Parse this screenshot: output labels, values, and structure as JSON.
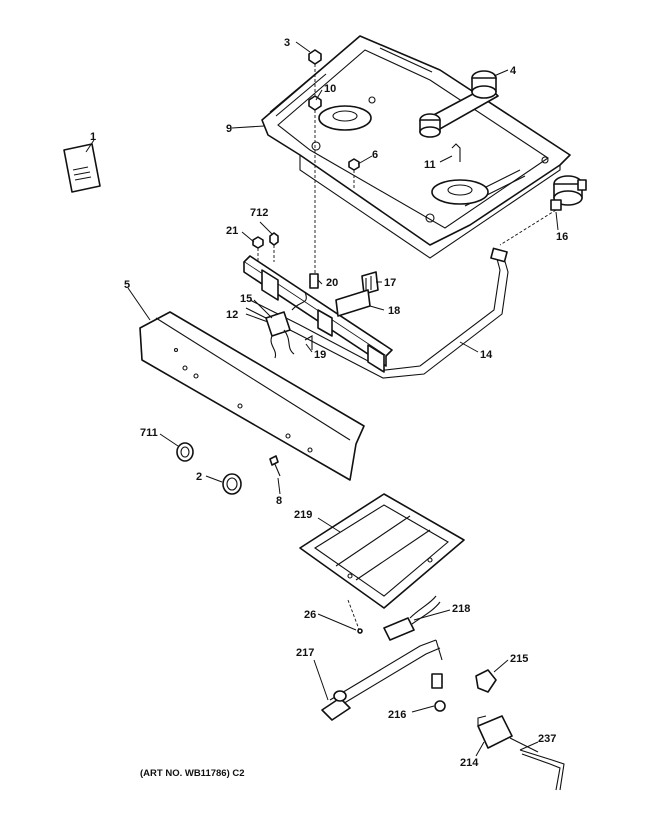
{
  "art_number": "(ART NO. WB11786) C2",
  "callouts": {
    "c1": "1",
    "c2": "2",
    "c3": "3",
    "c4": "4",
    "c5": "5",
    "c6": "6",
    "c8": "8",
    "c9": "9",
    "c10": "10",
    "c11": "11",
    "c12": "12",
    "c14": "14",
    "c15": "15",
    "c16": "16",
    "c17": "17",
    "c18": "18",
    "c19": "19",
    "c20": "20",
    "c21": "21",
    "c26": "26",
    "c214": "214",
    "c215": "215",
    "c216": "216",
    "c217": "217",
    "c218": "218",
    "c219": "219",
    "c237": "237",
    "c711": "711",
    "c712": "712"
  }
}
